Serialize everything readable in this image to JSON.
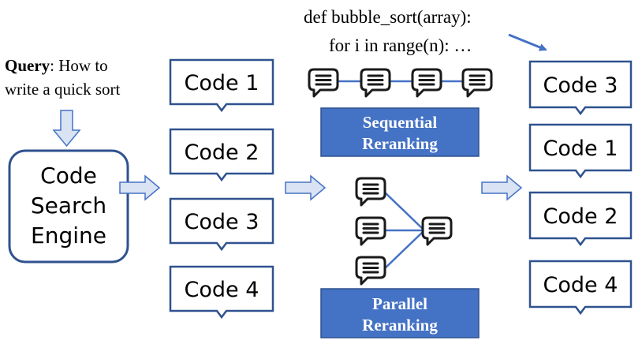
{
  "code_snippet": {
    "line1": "def bubble_sort(array):",
    "line2": "for i in range(n): …"
  },
  "query": {
    "label": "Query",
    "text_line1": ": How to",
    "text_line2": "write a quick sort"
  },
  "engine": {
    "line1": "Code",
    "line2": "Search",
    "line3": "Engine"
  },
  "initial_results": [
    "Code 1",
    "Code 2",
    "Code 3",
    "Code 4"
  ],
  "reranked_results": [
    "Code 3",
    "Code 1",
    "Code 2",
    "Code 4"
  ],
  "sequential": {
    "line1": "Sequential",
    "line2": "Reranking"
  },
  "parallel": {
    "line1": "Parallel",
    "line2": "Reranking"
  },
  "colors": {
    "accent": "#4472c4",
    "box_border": "#2f528f",
    "text": "#000000",
    "chat_border": "#1a1a1a",
    "arrow_fill": "#dae3f3"
  },
  "icons": [
    "chat-bubble-icon",
    "block-arrow-icon",
    "down-arrow-icon"
  ]
}
